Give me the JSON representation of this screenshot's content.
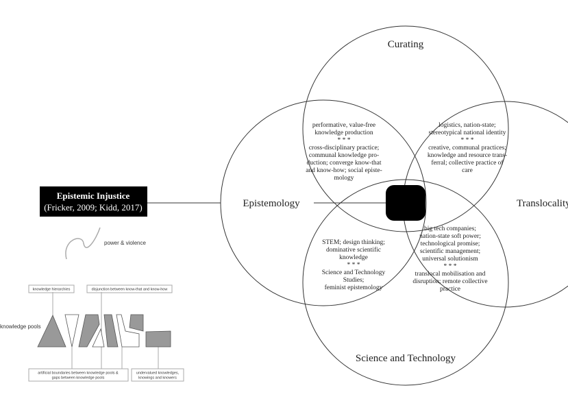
{
  "circles": {
    "curating": "Curating",
    "epistemology": "Epistemology",
    "translocality": "Translocality",
    "science": "Science and Technology"
  },
  "overlaps": {
    "epi_cur": [
      "performative, value-free",
      "knowledge production",
      "* * *",
      "cross-disciplinary practice;",
      "communal knowledge pro-",
      "duction; converge know-that",
      "and know-how; social episte-",
      "mology"
    ],
    "cur_trans": [
      "logistics, nation-state;",
      "stereotypical national identity",
      "* * *",
      "creative, communal practices;",
      "knowledge and resource trans-",
      "ferral; collective practice of",
      "care"
    ],
    "epi_sci": [
      "STEM; design thinking;",
      "dominative scientific",
      "knowledge",
      "* * *",
      "Science and Technology",
      "Studies;",
      "feminist epistemology"
    ],
    "sci_trans": [
      "big tech companies;",
      "nation-state soft power;",
      "technological promise;",
      "scientific management;",
      "universal solutionism",
      "* * *",
      "translocal mobilisation and",
      "disruption; remote collective",
      "practice"
    ]
  },
  "injustice": {
    "title": "Epistemic Injustice",
    "citation": "(Fricker, 2009; Kidd, 2017)"
  },
  "legend": {
    "power": "power & violence",
    "pools": "knowledge pools",
    "hierarchies": "knowledge hierarchies",
    "disjunction": "disjunction between know-that and know-how",
    "boundaries": [
      "artificial boundaries between knowledge pools &",
      "gaps between knowledge pools"
    ],
    "undervalued": [
      "undervalued knowledges,",
      "knowings and knowers"
    ]
  },
  "colors": {
    "fill": "#999999",
    "black": "#000000"
  }
}
